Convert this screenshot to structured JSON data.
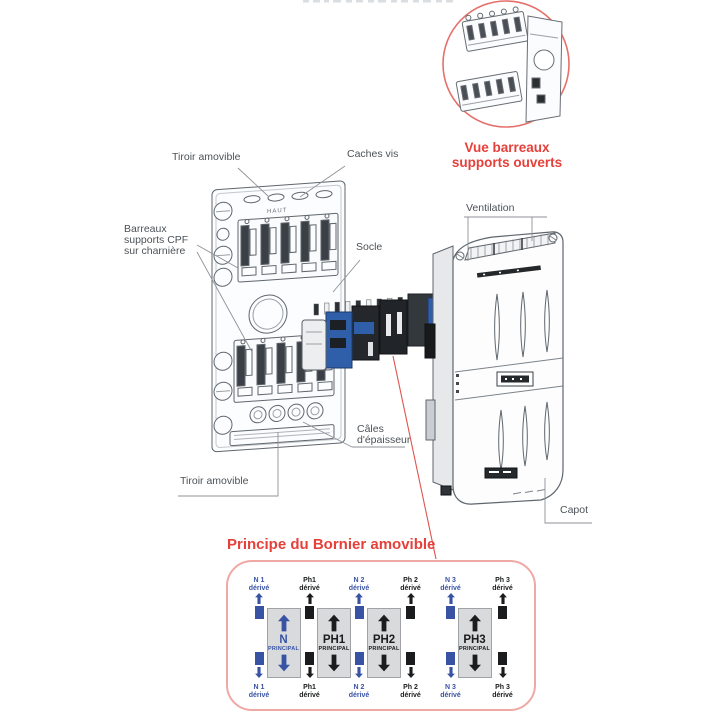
{
  "colors": {
    "red": "#e5403a",
    "pink_border": "#f0a8a5",
    "blue": "#3853a4",
    "black": "#1a1c1e",
    "bus_fill": "#d9dadc",
    "bus_border": "#9fa3a7",
    "label_gray": "#4c5258",
    "line_art_gray": "#5f666c"
  },
  "inset": {
    "caption_line1": "Vue barreaux",
    "caption_line2": "supports ouverts"
  },
  "callouts": {
    "tiroir_top": "Tiroir amovible",
    "caches_vis": "Caches vis",
    "barreaux_line1": "Barreaux",
    "barreaux_line2": "supports CPF",
    "barreaux_line3": "sur charnière",
    "socle": "Socle",
    "ventilation": "Ventilation",
    "cales_line1": "Câles",
    "cales_line2": "d'épaisseur",
    "tiroir_bottom": "Tiroir amovible",
    "capot": "Capot"
  },
  "molded_text": {
    "haut": "HAUT"
  },
  "bornier": {
    "title": "Principe du Bornier amovible",
    "columns": [
      {
        "type": "tap",
        "color": "blue",
        "top": [
          "N 1",
          "dérivé"
        ],
        "bottom": [
          "N 1",
          "dérivé"
        ]
      },
      {
        "type": "bus",
        "color": "blue",
        "name": "N",
        "sub": "PRINCIPAL"
      },
      {
        "type": "tap",
        "color": "black",
        "top": [
          "Ph1",
          "dérivé"
        ],
        "bottom": [
          "Ph1",
          "dérivé"
        ]
      },
      {
        "type": "bus",
        "color": "black",
        "name": "PH1",
        "sub": "PRINCIPAL"
      },
      {
        "type": "tap",
        "color": "blue",
        "top": [
          "N 2",
          "dérivé"
        ],
        "bottom": [
          "N 2",
          "dérivé"
        ]
      },
      {
        "type": "bus",
        "color": "black",
        "name": "PH2",
        "sub": "PRINCIPAL"
      },
      {
        "type": "tap",
        "color": "black",
        "top": [
          "Ph 2",
          "dérivé"
        ],
        "bottom": [
          "Ph 2",
          "dérivé"
        ]
      },
      {
        "type": "gap"
      },
      {
        "type": "tap",
        "color": "blue",
        "top": [
          "N 3",
          "dérivé"
        ],
        "bottom": [
          "N 3",
          "dérivé"
        ]
      },
      {
        "type": "bus",
        "color": "black",
        "name": "PH3",
        "sub": "PRINCIPAL"
      },
      {
        "type": "tap",
        "color": "black",
        "top": [
          "Ph 3",
          "dérivé"
        ],
        "bottom": [
          "Ph 3",
          "dérivé"
        ]
      }
    ]
  }
}
